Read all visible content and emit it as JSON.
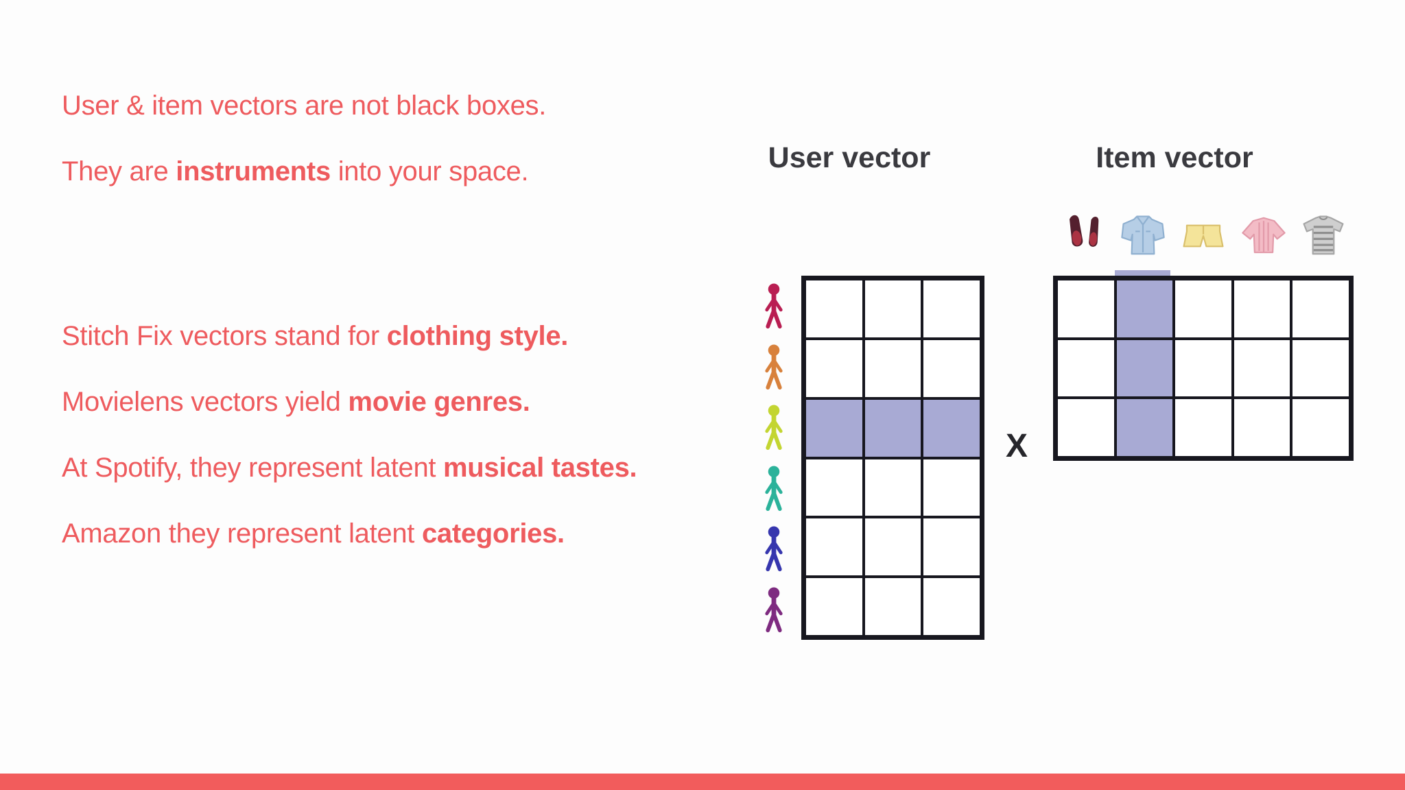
{
  "slide": {
    "intro_lines": [
      {
        "segments": [
          {
            "text": "User & item vectors are not black boxes.",
            "bold": false
          }
        ]
      },
      {
        "segments": [
          {
            "text": "They are ",
            "bold": false
          },
          {
            "text": "instruments",
            "bold": true
          },
          {
            "text": " into your space.",
            "bold": false
          }
        ]
      }
    ],
    "example_lines": [
      {
        "segments": [
          {
            "text": "Stitch Fix vectors stand for ",
            "bold": false
          },
          {
            "text": "clothing style.",
            "bold": true
          }
        ]
      },
      {
        "segments": [
          {
            "text": "Movielens vectors yield ",
            "bold": false
          },
          {
            "text": "movie genres.",
            "bold": true
          }
        ]
      },
      {
        "segments": [
          {
            "text": "At Spotify, they represent latent ",
            "bold": false
          },
          {
            "text": "musical tastes.",
            "bold": true
          }
        ]
      },
      {
        "segments": [
          {
            "text": "Amazon they represent latent ",
            "bold": false
          },
          {
            "text": "categories.",
            "bold": true
          }
        ]
      }
    ],
    "user_vector": {
      "title": "User vector",
      "rows": 6,
      "cols": 3,
      "highlighted_row": 3,
      "people": [
        {
          "name": "person-crimson-icon",
          "color": "#b91e52"
        },
        {
          "name": "person-orange-icon",
          "color": "#d8813c"
        },
        {
          "name": "person-lime-icon",
          "color": "#c3d531"
        },
        {
          "name": "person-teal-icon",
          "color": "#2bb29a"
        },
        {
          "name": "person-blue-icon",
          "color": "#3636ae"
        },
        {
          "name": "person-purple-icon",
          "color": "#7e2b80"
        }
      ]
    },
    "operator": "X",
    "item_vector": {
      "title": "Item vector",
      "rows": 3,
      "cols": 5,
      "highlighted_col": 2,
      "items": [
        {
          "name": "shoes-icon"
        },
        {
          "name": "shirt-icon"
        },
        {
          "name": "shorts-icon"
        },
        {
          "name": "blouse-icon"
        },
        {
          "name": "tshirt-icon"
        }
      ]
    },
    "colors": {
      "accent_text": "#ee5b5e",
      "bottom_bar": "#f25c5c",
      "highlight_cell": "#a8aad4",
      "grid_border": "#17171f",
      "header_text": "#3a3a3f"
    }
  }
}
